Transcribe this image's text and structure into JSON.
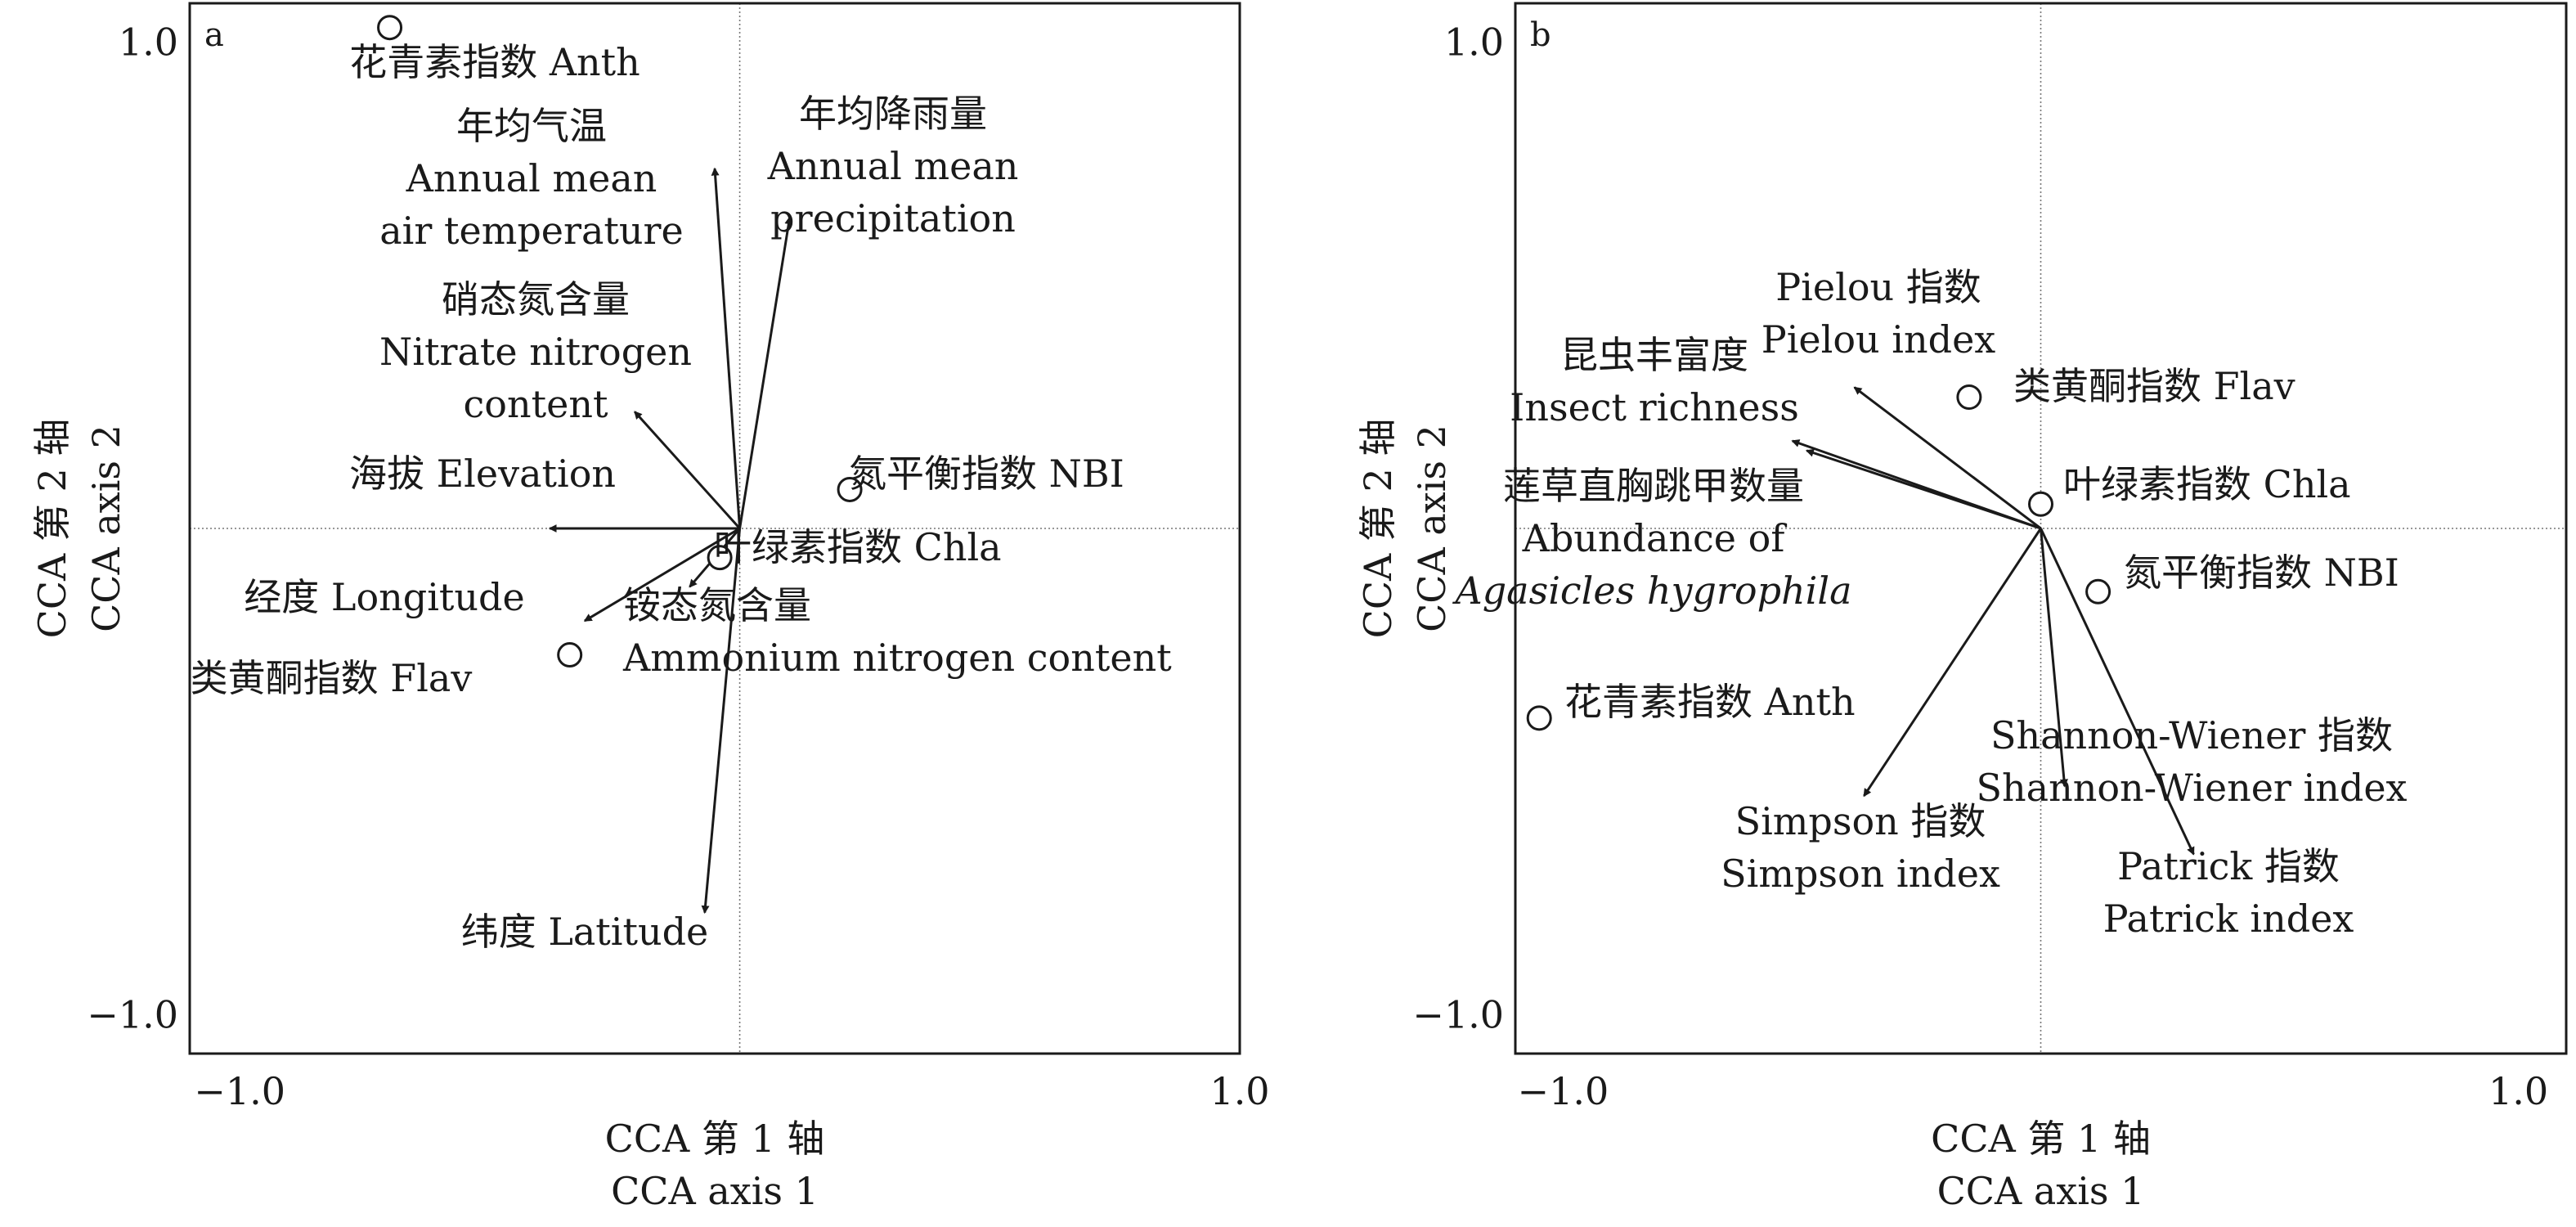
{
  "chart_data": [
    {
      "type": "scatter",
      "panel": "a",
      "xlabel": [
        "CCA 第 1 轴",
        "CCA axis 1"
      ],
      "ylabel": [
        "CCA 第 2 轴",
        "CCA axis 2"
      ],
      "xlim": [
        -1.1,
        1.0
      ],
      "ylim": [
        -1.08,
        1.08
      ],
      "xticks": [
        {
          "v": -1.0,
          "label": "−1.0"
        },
        {
          "v": 1.0,
          "label": "1.0"
        }
      ],
      "yticks": [
        {
          "v": 1.0,
          "label": "1.0"
        },
        {
          "v": -1.0,
          "label": "−1.0"
        }
      ],
      "vectors": [
        {
          "x": -0.05,
          "y": 0.74,
          "lines": [
            "年均气温",
            "Annual mean",
            "air temperature"
          ]
        },
        {
          "x": 0.1,
          "y": 0.64,
          "lines": [
            "年均降雨量",
            "Annual mean",
            "precipitation"
          ]
        },
        {
          "x": -0.21,
          "y": 0.24,
          "lines": [
            "硝态氮含量",
            "Nitrate nitrogen",
            "content"
          ]
        },
        {
          "x": -0.38,
          "y": 0.0,
          "lines": [
            "海拔 Elevation"
          ]
        },
        {
          "x": -0.31,
          "y": -0.19,
          "lines": [
            "经度 Longitude"
          ]
        },
        {
          "x": -0.1,
          "y": -0.12,
          "lines": [
            "铵态氮含量",
            "Ammonium nitrogen content"
          ]
        },
        {
          "x": -0.07,
          "y": -0.79,
          "lines": [
            "纬度 Latitude"
          ]
        }
      ],
      "points": [
        {
          "x": -0.7,
          "y": 1.03,
          "label": "花青素指数 Anth"
        },
        {
          "x": 0.22,
          "y": 0.08,
          "label": "氮平衡指数 NBI"
        },
        {
          "x": -0.04,
          "y": -0.06,
          "label": "叶绿素指数 Chla"
        },
        {
          "x": -0.34,
          "y": -0.26,
          "label": "类黄酮指数 Flav"
        }
      ]
    },
    {
      "type": "scatter",
      "panel": "b",
      "xlabel": [
        "CCA 第 1 轴",
        "CCA axis 1"
      ],
      "ylabel": [
        "CCA 第 2 轴",
        "CCA axis 2"
      ],
      "xlim": [
        -1.1,
        1.1
      ],
      "ylim": [
        -1.08,
        1.08
      ],
      "xticks": [
        {
          "v": -1.0,
          "label": "−1.0"
        },
        {
          "v": 1.0,
          "label": "1.0"
        }
      ],
      "yticks": [
        {
          "v": 1.0,
          "label": "1.0"
        },
        {
          "v": -1.0,
          "label": "−1.0"
        }
      ],
      "vectors": [
        {
          "x": -0.39,
          "y": 0.29,
          "lines": [
            "Pielou 指数",
            "Pielou index"
          ]
        },
        {
          "x": -0.52,
          "y": 0.18,
          "lines": [
            "昆虫丰富度",
            "Insect richness"
          ]
        },
        {
          "x": -0.49,
          "y": 0.16,
          "lines": [
            "莲草直胸跳甲数量",
            "Abundance of",
            "Agasicles hygrophila"
          ],
          "italic_line": 2
        },
        {
          "x": -0.37,
          "y": -0.55,
          "lines": [
            "Simpson 指数",
            "Simpson index"
          ]
        },
        {
          "x": 0.05,
          "y": -0.53,
          "lines": [
            "Shannon-Wiener 指数",
            "Shannon-Wiener index"
          ]
        },
        {
          "x": 0.32,
          "y": -0.67,
          "lines": [
            "Patrick 指数",
            "Patrick index"
          ]
        }
      ],
      "points": [
        {
          "x": -0.15,
          "y": 0.27,
          "label": "类黄酮指数 Flav"
        },
        {
          "x": 0.0,
          "y": 0.05,
          "label": "叶绿素指数 Chla"
        },
        {
          "x": 0.12,
          "y": -0.13,
          "label": "氮平衡指数 NBI"
        },
        {
          "x": -1.05,
          "y": -0.39,
          "label": "花青素指数 Anth"
        }
      ]
    }
  ]
}
